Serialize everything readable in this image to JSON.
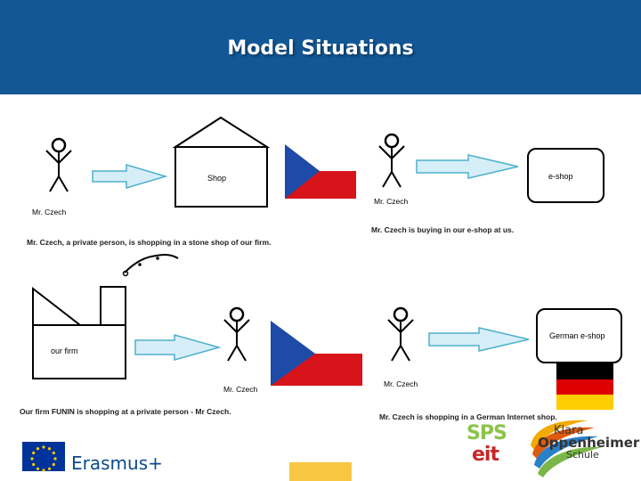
{
  "slide": {
    "title": "Model Situations"
  },
  "scene1": {
    "person": "Mr. Czech",
    "shop": "Shop",
    "caption": "Mr. Czech, a private person, is shopping in a stone shop of our firm."
  },
  "scene2": {
    "person": "Mr. Czech",
    "shop": "e-shop",
    "caption": "Mr. Czech is buying in our e-shop at us."
  },
  "scene3": {
    "firm": "our firm",
    "person": "Mr. Czech",
    "caption": "Our firm FUNIN is shopping at a private person - Mr Czech."
  },
  "scene4": {
    "person": "Mr. Czech",
    "shop": "German e-shop",
    "caption": "Mr. Czech is shopping in a German Internet shop."
  },
  "footer": {
    "erasmus": "Erasmus+",
    "sps_top": "SPS",
    "sps_bottom": "eit",
    "ko_line1": "Klara",
    "ko_line2": "Oppenheimer",
    "ko_line3": "Schule"
  },
  "colors": {
    "header": "#135796",
    "arrow_fill": "#d6eef8",
    "arrow_stroke": "#4fb0cc",
    "cz_blue": "#1e4aa8",
    "cz_red": "#d7141a",
    "de_black": "#000000",
    "de_red": "#dd0000",
    "de_gold": "#ffce00"
  }
}
